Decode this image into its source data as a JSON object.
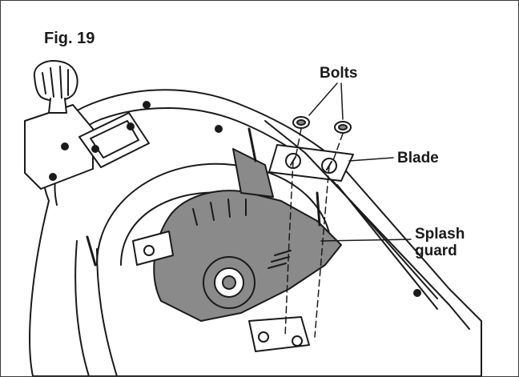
{
  "figure": {
    "label": "Fig. 19"
  },
  "callouts": {
    "bolts": "Bolts",
    "blade": "Blade",
    "splash_guard_line1": "Splash",
    "splash_guard_line2": "guard"
  },
  "colors": {
    "line": "#1a1a1a",
    "splash_guard_fill": "#8a8a8a",
    "body_fill": "#ffffff"
  }
}
